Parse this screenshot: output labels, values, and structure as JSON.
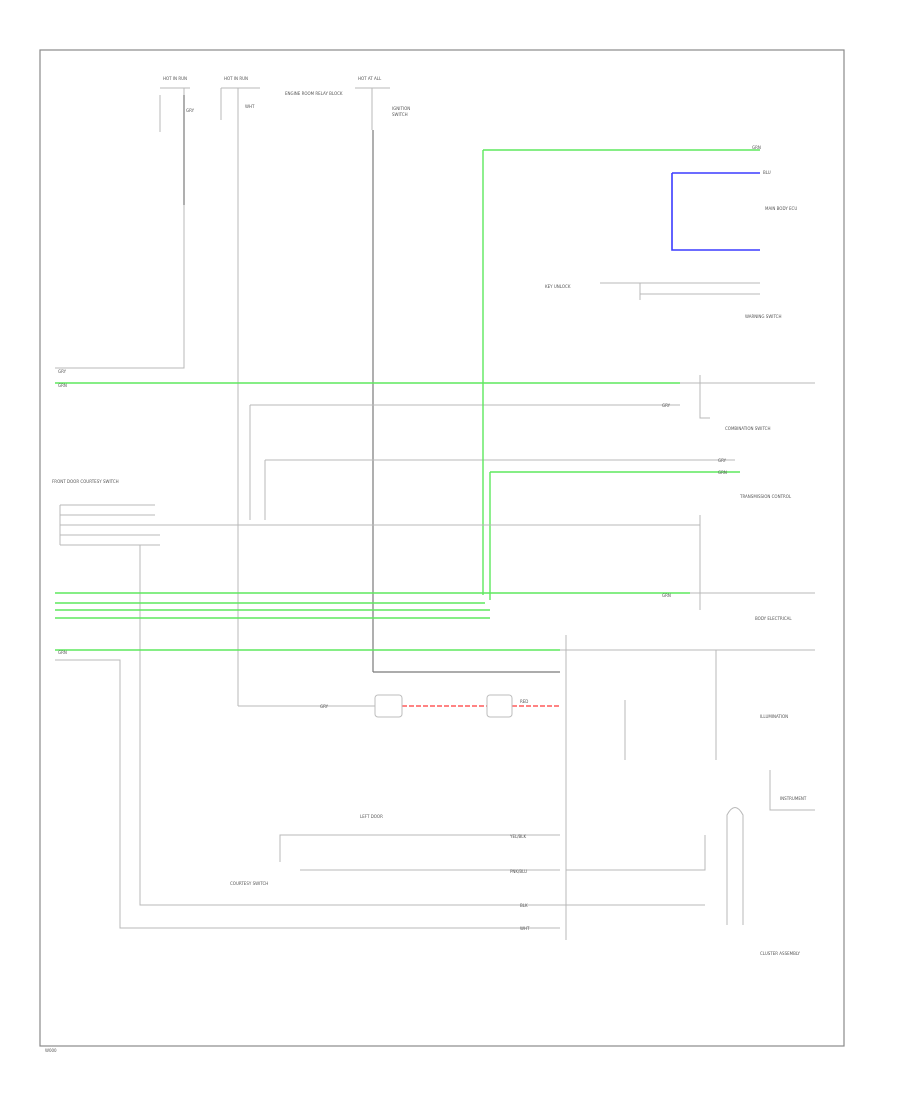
{
  "diagram": {
    "page_code": "W000",
    "wire_colors": {
      "grey": "#b8b8b8",
      "dark": "#7a7a7a",
      "green": "#5ee85e",
      "blue": "#3b3bff",
      "red": "#ff5a5a"
    },
    "labels": {
      "fuse_a": "HOT IN RUN",
      "fuse_b": "HOT IN RUN",
      "fuse_c": "HOT AT ALL",
      "ecu_title": "ENGINE ROOM RELAY BLOCK",
      "ign": "IGNITION",
      "ign2": "SWITCH",
      "front_door": "FRONT DOOR COURTESY SWITCH",
      "left_door": "LEFT DOOR",
      "courtesy_sw": "COURTESY SWITCH",
      "combination": "COMBINATION SWITCH",
      "transmission": "TRANSMISSION CONTROL",
      "body_ecu": "BODY ELECTRICAL",
      "main_body": "MAIN BODY ECU",
      "illumination": "ILLUMINATION",
      "key_unlock": "KEY UNLOCK",
      "kwarning": "WARNING SWITCH",
      "instrument": "INSTRUMENT",
      "cluster": "CLUSTER ASSEMBLY",
      "wire_1": "GRY",
      "wire_2": "GRN",
      "wire_3": "BLU",
      "wire_4": "WHT",
      "wire_5": "RED",
      "wire_6": "BLK",
      "wire_7": "YEL/BLK",
      "wire_8": "PNK/BLU"
    }
  }
}
